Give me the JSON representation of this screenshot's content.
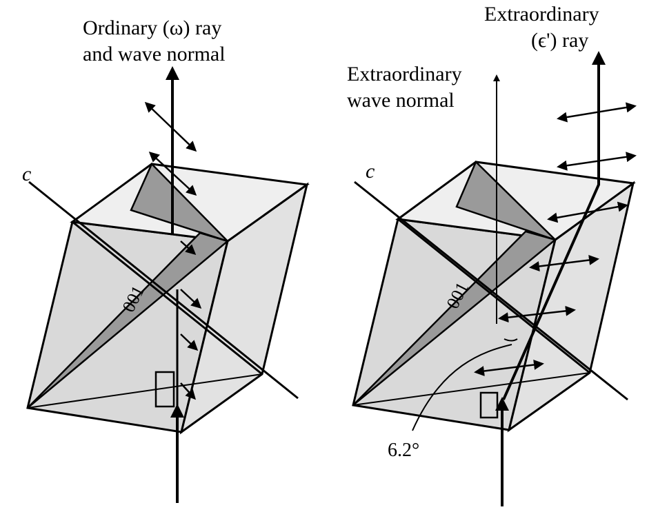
{
  "left_panel": {
    "ray_label_line1": "Ordinary (ω) ray",
    "ray_label_line2": "and wave normal",
    "axis_label": "c",
    "face_label": "001"
  },
  "right_panel": {
    "wave_normal_line1": "Extraordinary",
    "wave_normal_line2": "wave normal",
    "ray_label_line1": "Extraordinary",
    "ray_label_line2": "(ϵ') ray",
    "axis_label": "c",
    "face_label": "001",
    "angle_label": "6.2°"
  },
  "colors": {
    "background": "#ffffff",
    "face_light": "#d9d9d9",
    "face_dark": "#9a9a9a",
    "stroke": "#000000"
  }
}
